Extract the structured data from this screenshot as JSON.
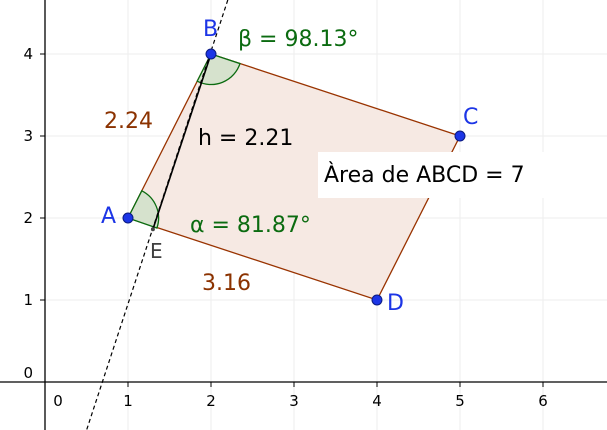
{
  "axes": {
    "x_ticks": [
      "0",
      "1",
      "2",
      "3",
      "4",
      "5",
      "6"
    ],
    "y_ticks": [
      "0",
      "1",
      "2",
      "3",
      "4"
    ]
  },
  "points": {
    "A": {
      "label": "A",
      "x": 1,
      "y": 2
    },
    "B": {
      "label": "B",
      "x": 2,
      "y": 4
    },
    "C": {
      "label": "C",
      "x": 5,
      "y": 3
    },
    "D": {
      "label": "D",
      "x": 4,
      "y": 1
    },
    "E": {
      "label": "E",
      "x": 1.3,
      "y": 1.9
    }
  },
  "labels": {
    "side_ab": "2.24",
    "side_ad": "3.16",
    "height": "h = 2.21",
    "angle_alpha": "α = 81.87°",
    "angle_beta": "β = 98.13°",
    "area": "Àrea de  ABCD = 7"
  },
  "colors": {
    "point": "#1c35e6",
    "side": "#993300",
    "angle": "#0b6b10",
    "fill": "#f6e9e3",
    "axis": "#000000",
    "grid": "#e8e8e8"
  }
}
